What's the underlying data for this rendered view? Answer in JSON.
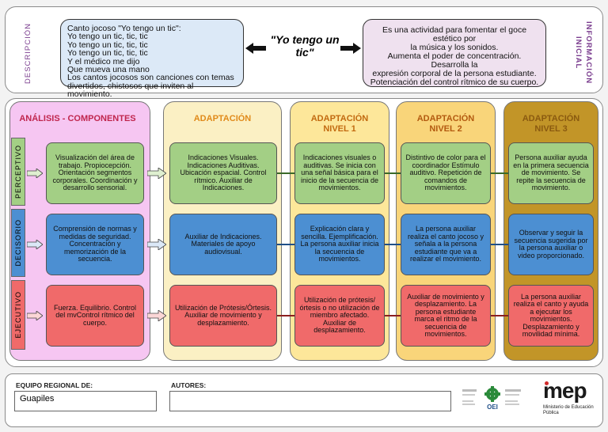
{
  "header": {
    "descripcion_label": "DESCRIPCIÓN",
    "informacion_label": "INFORMACIÓN INICIAL",
    "title": "\"Yo tengo un tic\"",
    "song_lines": [
      "Canto jocoso \"Yo tengo un tic\":",
      "Yo tengo un tic, tic, tic",
      "Yo tengo un tic, tic, tic",
      "Yo tengo un tic, tic, tic",
      "Y el médico me dijo",
      "Que mueva una mano",
      "Los cantos jocosos son canciones con temas",
      "divertidos, chistosos que inviten al movimiento."
    ],
    "info_lines": [
      "Es una actividad para fomentar el goce estético por",
      "la música y los sonidos.",
      "Aumenta el poder de concentración.  Desarrolla la",
      "expresión corporal de la persona estudiante.",
      "Potenciación del control rítmico de su cuerpo."
    ]
  },
  "columns": {
    "analisis": "ANÁLISIS - COMPONENTES",
    "adaptacion": "ADAPTACIÓN",
    "nivel1": [
      "ADAPTACIÓN",
      "NIVEL 1"
    ],
    "nivel2": [
      "ADAPTACIÓN",
      "NIVEL 2"
    ],
    "nivel3": [
      "ADAPTACIÓN",
      "NIVEL 3"
    ]
  },
  "rows": {
    "perceptivo": "PERCEPTIVO",
    "decisorio": "DECISORIO",
    "ejecutivo": "EJECUTIVO"
  },
  "cards": {
    "perceptivo": {
      "analisis": "Visualización del área de trabajo.  Propiocepción. Orientación segmentos corporales. Coordinación y desarrollo sensorial.",
      "adaptacion": "Indicaciones Visuales. Indicaciones Auditivas. Ubicación espacial. Control rítmico. Auxiliar de Indicaciones.",
      "nivel1": "Indicaciones visuales o auditivas. Se inicia con una señal básica para el inicio de la secuencia de movimientos.",
      "nivel2": "Distintivo de color para el coordinador Estímulo auditivo. Repetición de comandos de movimientos.",
      "nivel3": "Persona auxiliar ayuda en la primera secuencia de movimiento. Se repite la secuencia de movimiento."
    },
    "decisorio": {
      "analisis": "Comprensión de normas y medidas de seguridad. Concentración y memorización de la secuencia.",
      "adaptacion": "Auxiliar de Indicaciones. Materiales de apoyo audiovisual.",
      "nivel1": "Explicación clara y sencilla. Ejemplificación. La persona auxiliar inicia la secuencia de movimientos.",
      "nivel2": "La persona auxiliar realiza el canto jocoso y señala a la persona estudiante que va a realizar el movimiento.",
      "nivel3": "Observar y seguir la secuencia sugerida por la persona auxiliar o video proporcionado."
    },
    "ejecutivo": {
      "analisis": "Fuerza. Equilibrio. Control del mvControl rítmico del cuerpo.",
      "adaptacion": "Utilización de Prótesis/Órtesis. Auxiliar de movimiento y desplazamiento.",
      "nivel1": "Utilización de prótesis/órtesis o no utilización de miembro afectado. Auxiliar de desplazamiento.",
      "nivel2": "Auxiliar de movimiento y desplazamiento. La persona estudiante marca el ritmo de la secuencia de movimientos.",
      "nivel3": "La persona auxiliar realiza el canto y ayuda a ejecutar los movimientos. Desplazamiento y movilidad mínima."
    }
  },
  "footer": {
    "equipo_label": "EQUIPO REGIONAL DE:",
    "equipo_value": "Guapiles",
    "autores_label": "AUTORES:",
    "autores_value": "",
    "oei_text": "OEI",
    "mep_text": "mep",
    "mep_subtitle": "Ministerio de Educación Pública"
  },
  "colors": {
    "analisis_col": "#f6c6f2",
    "adaptacion_col": "#fbf0c4",
    "nivel1_col": "#fde79a",
    "nivel2_col": "#f9d57a",
    "nivel3_col": "#c29528",
    "green": "#a3cf85",
    "blue": "#4c8fd2",
    "red": "#f06a6a",
    "header_accent": "#7a3c8e"
  }
}
